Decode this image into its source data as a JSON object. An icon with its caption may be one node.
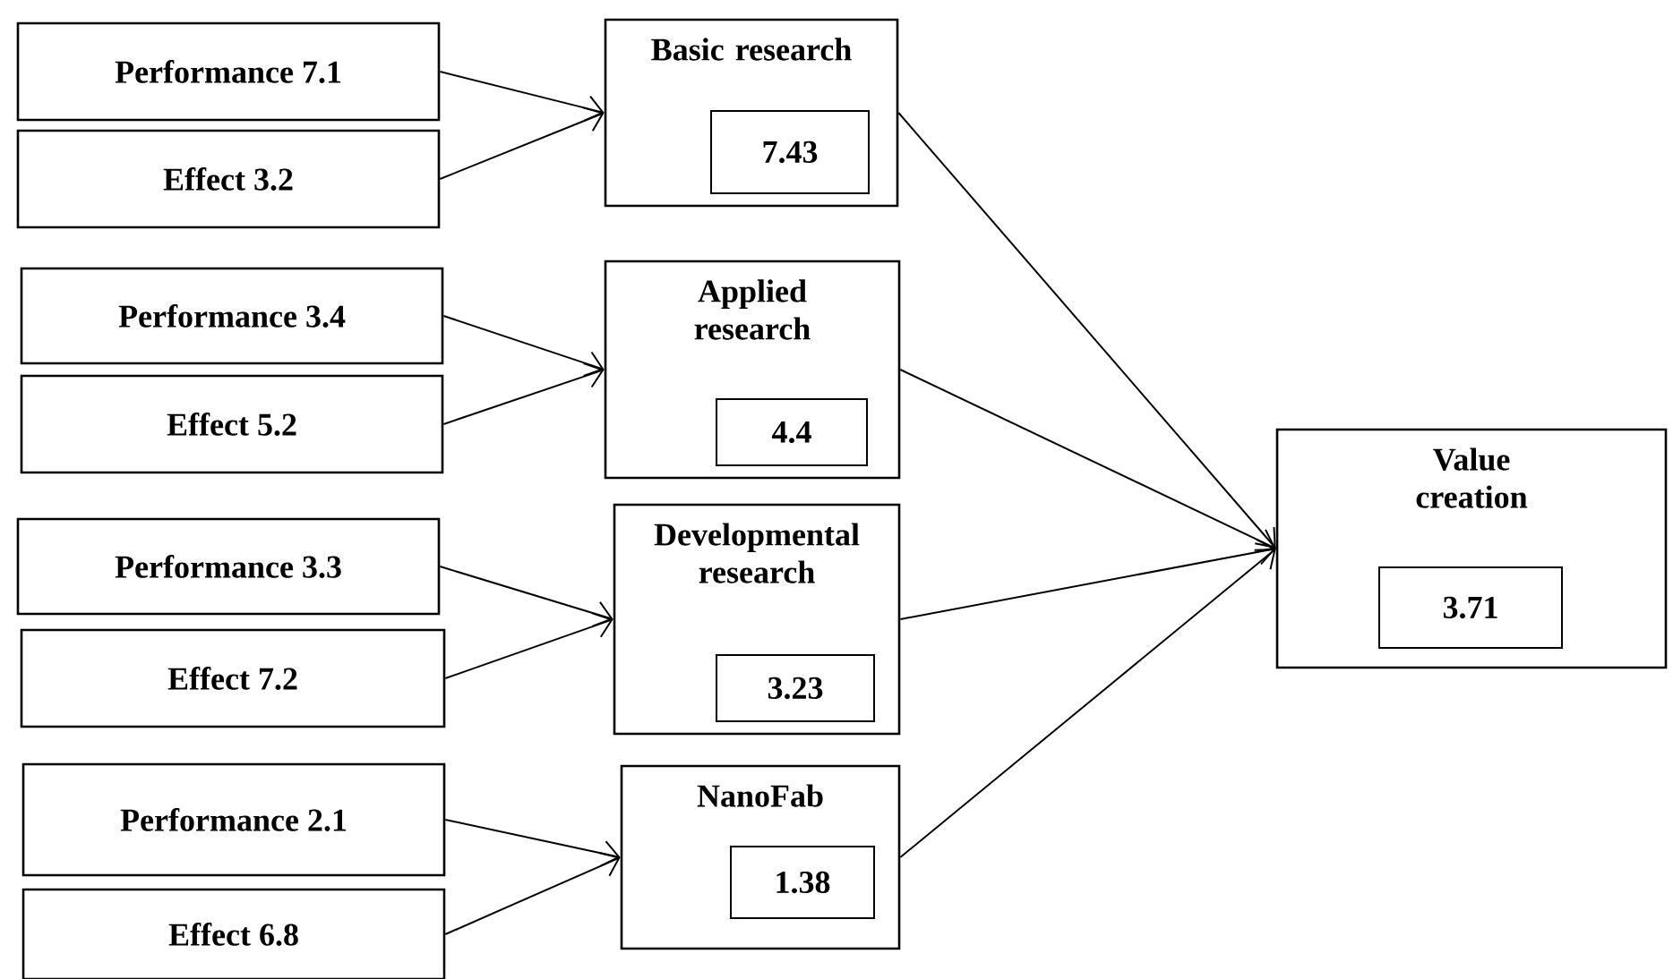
{
  "diagram": {
    "nodes": [
      {
        "text": [
          "Performance 7.1"
        ]
      },
      {
        "text": [
          "Effect 3.2"
        ]
      },
      {
        "text": [
          "Basic research"
        ]
      },
      {
        "text": [
          "7.43"
        ],
        "in": 2
      },
      {
        "text": [
          "Performance 3.4"
        ]
      },
      {
        "text": [
          "Effect 5.2"
        ]
      },
      {
        "text": [
          "Applied research"
        ]
      },
      {
        "text": [
          "4.4"
        ],
        "in": 6
      },
      {
        "text": [
          "Performance 3.3"
        ]
      },
      {
        "text": [
          "Effect 7.2"
        ]
      },
      {
        "text": [
          "Developmental research"
        ]
      },
      {
        "text": [
          "3.23"
        ],
        "in": 10
      },
      {
        "text": [
          "Performance 2.1"
        ]
      },
      {
        "text": [
          "Effect 6.8"
        ]
      },
      {
        "text": [
          "NanoFab"
        ]
      },
      {
        "text": [
          "1.38"
        ],
        "in": 14
      },
      {
        "text": [
          "Value creation"
        ]
      },
      {
        "text": [
          "3.71"
        ],
        "in": 16
      }
    ],
    "edges": [
      {
        "from": 0,
        "to": 2,
        "arrow": "to"
      },
      {
        "from": 1,
        "to": 2,
        "arrow": "to"
      },
      {
        "from": 4,
        "to": 6,
        "arrow": "to"
      },
      {
        "from": 5,
        "to": 6,
        "arrow": "to"
      },
      {
        "from": 8,
        "to": 10,
        "arrow": "to"
      },
      {
        "from": 9,
        "to": 10,
        "arrow": "to"
      },
      {
        "from": 12,
        "to": 14,
        "arrow": "to"
      },
      {
        "from": 13,
        "to": 14,
        "arrow": "to"
      },
      {
        "from": 2,
        "to": 16,
        "arrow": "to"
      },
      {
        "from": 6,
        "to": 16,
        "arrow": "to"
      },
      {
        "from": 10,
        "to": 16,
        "arrow": "to"
      },
      {
        "from": 14,
        "to": 16,
        "arrow": "to"
      }
    ]
  }
}
